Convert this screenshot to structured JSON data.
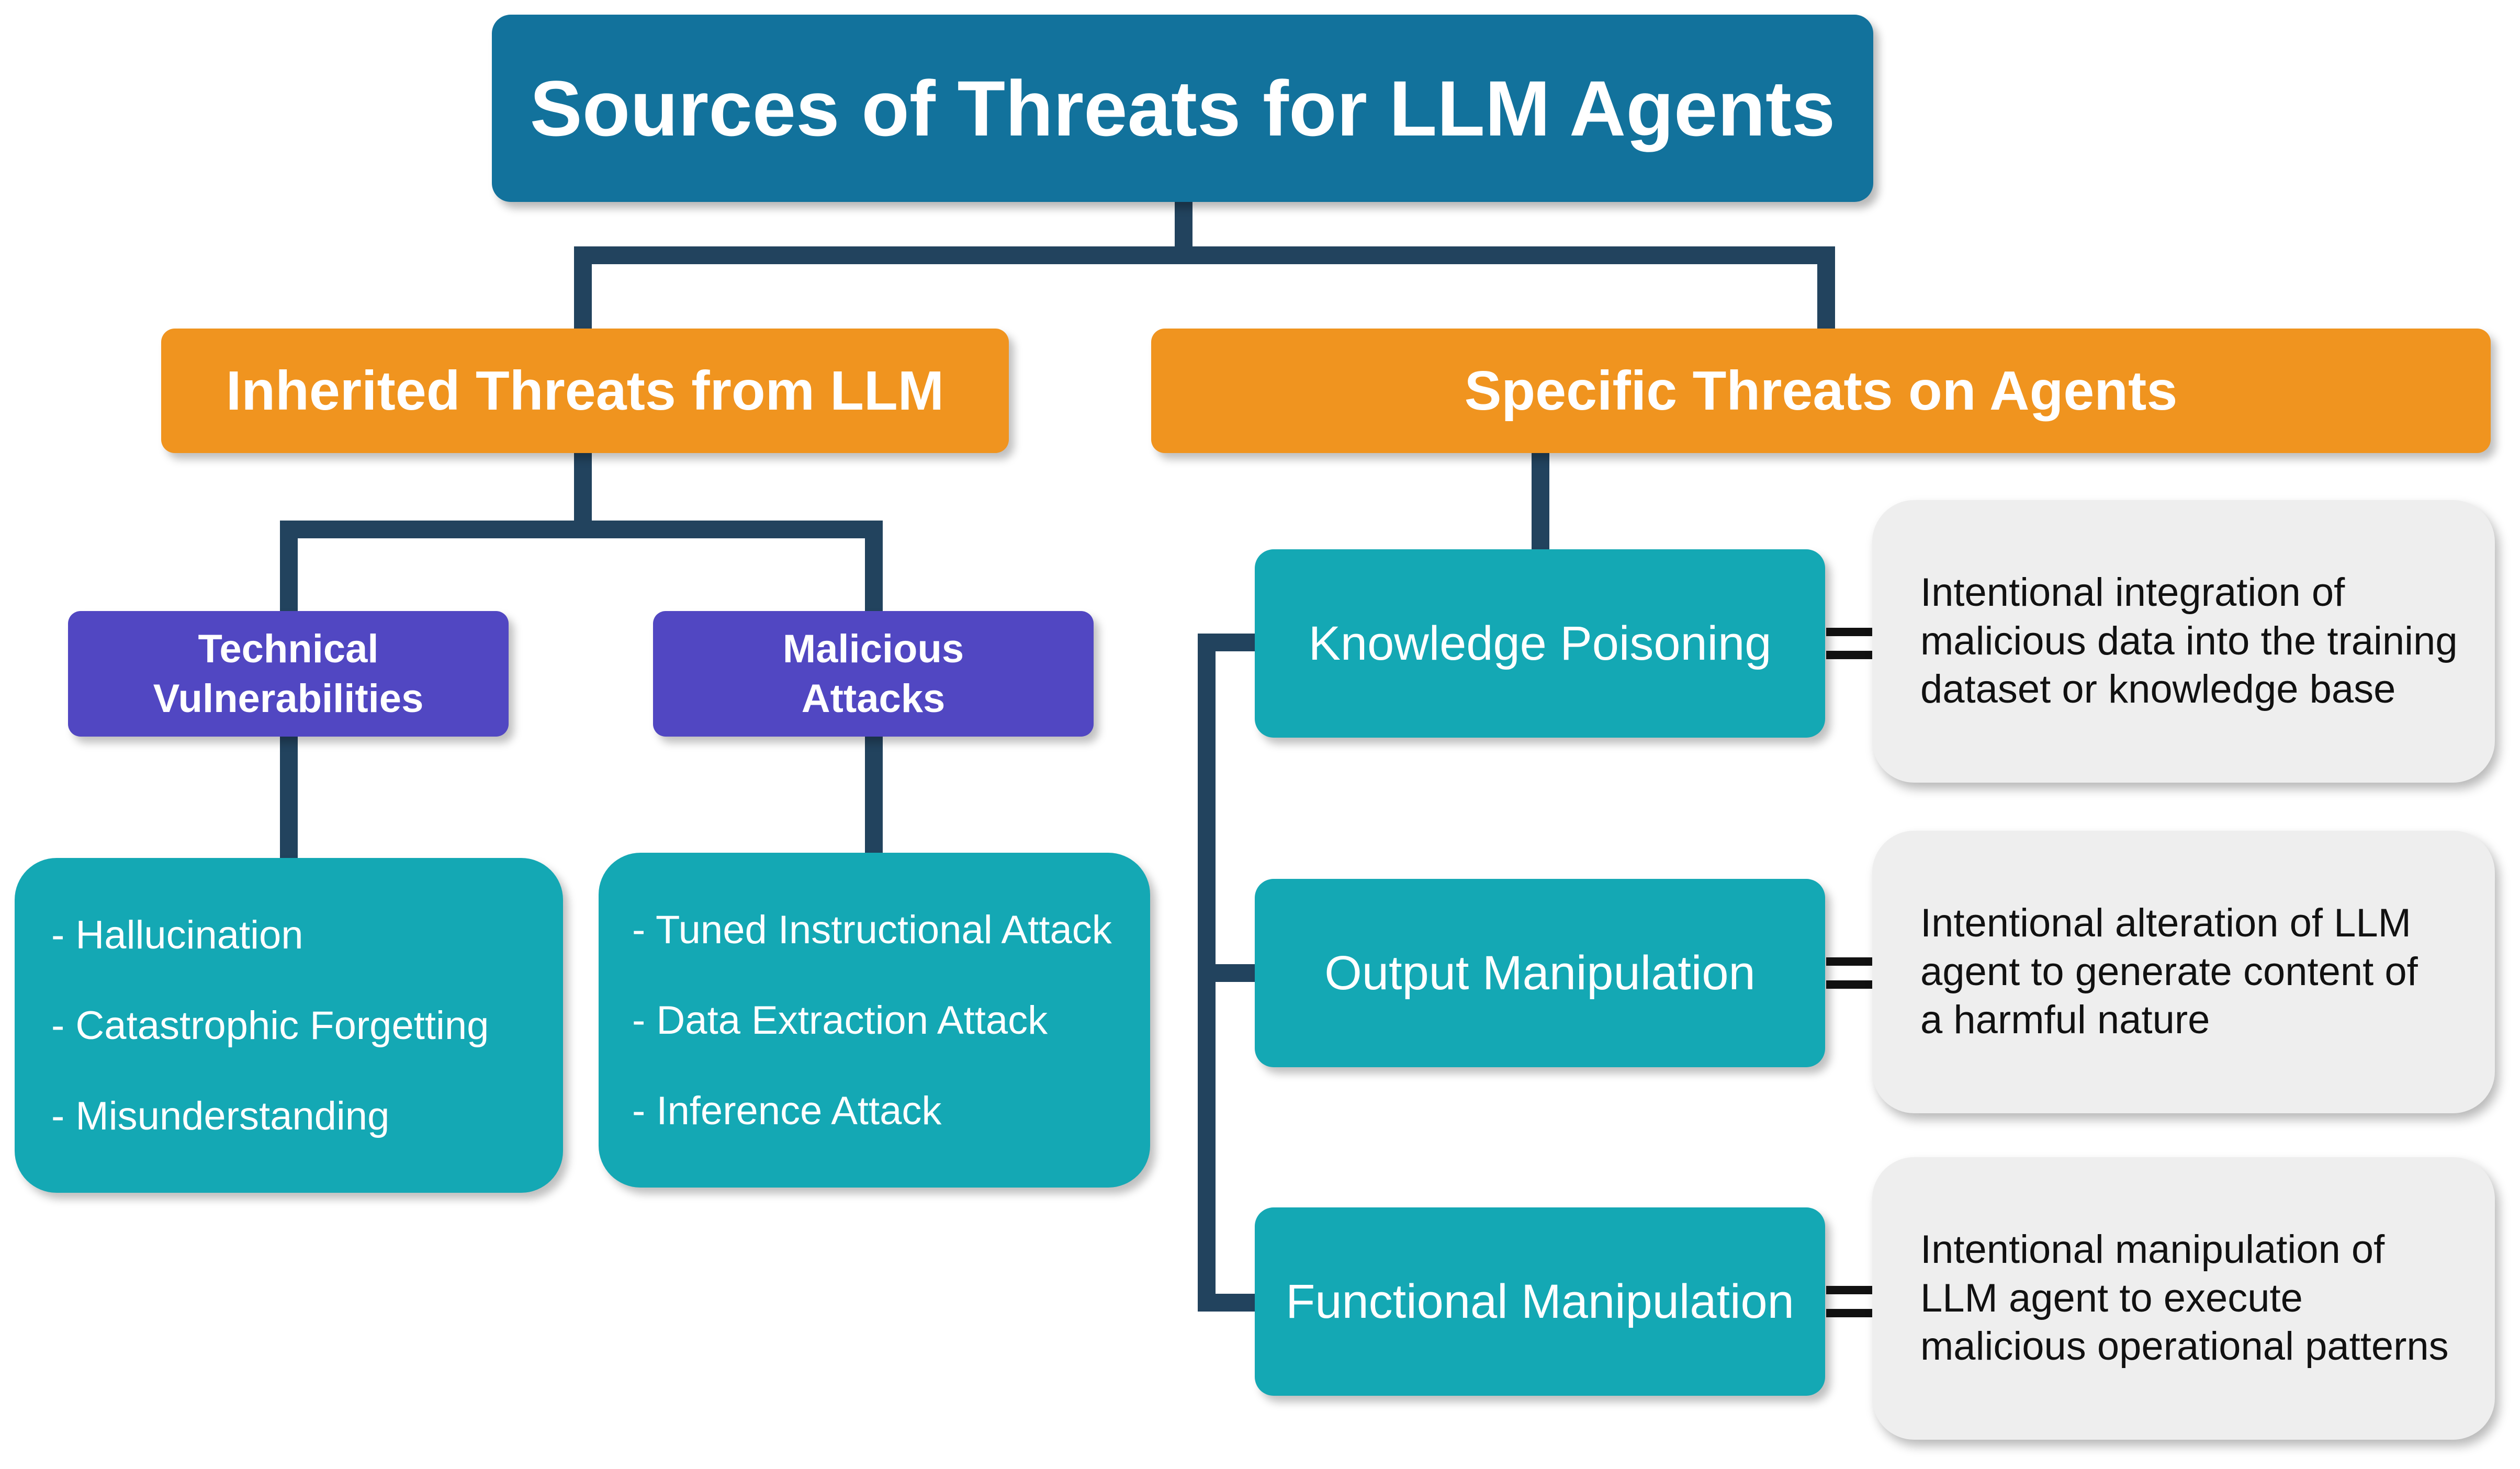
{
  "title": "Sources of Threats for LLM Agents",
  "inherited": {
    "label": "Inherited Threats from LLM",
    "technical": {
      "label_line1": "Technical",
      "label_line2": "Vulnerabilities",
      "items": [
        "- Hallucination",
        "- Catastrophic Forgetting",
        "- Misunderstanding"
      ]
    },
    "malicious": {
      "label_line1": "Malicious",
      "label_line2": "Attacks",
      "items": [
        "- Tuned Instructional Attack",
        "- Data Extraction Attack",
        "- Inference Attack"
      ]
    }
  },
  "specific": {
    "label": "Specific Threats on Agents",
    "threats": [
      {
        "name": "Knowledge Poisoning",
        "description": [
          "Intentional integration of",
          "malicious data into the training",
          "dataset or knowledge base"
        ]
      },
      {
        "name": "Output Manipulation",
        "description": [
          "Intentional alteration of LLM",
          "agent to generate content of",
          "a harmful nature"
        ]
      },
      {
        "name": "Functional Manipulation",
        "description": [
          "Intentional manipulation of",
          "LLM agent to execute",
          "malicious operational patterns"
        ]
      }
    ]
  },
  "colors": {
    "title_bg": "#12729c",
    "category_bg": "#f0941f",
    "subcategory_bg": "#5147c2",
    "item_bg": "#14a8b4",
    "description_bg": "#eeeeee",
    "connector": "#22435e"
  }
}
